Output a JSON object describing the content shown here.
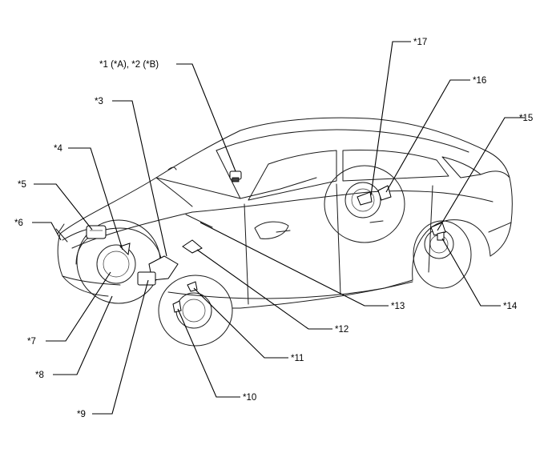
{
  "callouts": [
    {
      "id": "1-2",
      "text": "*1 (*A), *2 (*B)"
    },
    {
      "id": "3",
      "text": "*3"
    },
    {
      "id": "4",
      "text": "*4"
    },
    {
      "id": "5",
      "text": "*5"
    },
    {
      "id": "6",
      "text": "*6"
    },
    {
      "id": "7",
      "text": "*7"
    },
    {
      "id": "8",
      "text": "*8"
    },
    {
      "id": "9",
      "text": "*9"
    },
    {
      "id": "10",
      "text": "*10"
    },
    {
      "id": "11",
      "text": "*11"
    },
    {
      "id": "12",
      "text": "*12"
    },
    {
      "id": "13",
      "text": "*13"
    },
    {
      "id": "14",
      "text": "*14"
    },
    {
      "id": "15",
      "text": "*15"
    },
    {
      "id": "16",
      "text": "*16"
    },
    {
      "id": "17",
      "text": "*17"
    }
  ]
}
